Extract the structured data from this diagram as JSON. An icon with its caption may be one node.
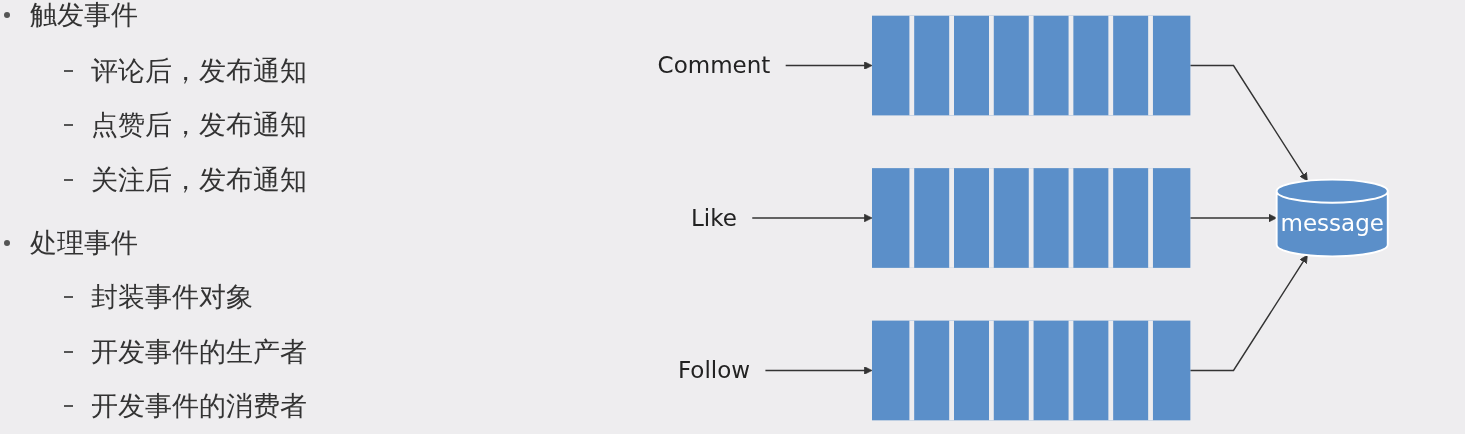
{
  "diagram": {
    "nodes": [
      {
        "text": [
          "Comment"
        ]
      },
      {
        "text": [],
        "shape": "box"
      },
      {
        "text": [
          "Like"
        ]
      },
      {
        "text": [],
        "shape": "box"
      },
      {
        "text": [
          "Follow"
        ]
      },
      {
        "text": [],
        "shape": "box"
      },
      {
        "text": [
          "message"
        ]
      }
    ],
    "edges": [
      {
        "from": 0,
        "to": 1,
        "arrow": "to"
      },
      {
        "from": 2,
        "to": 3,
        "arrow": "to"
      },
      {
        "from": 4,
        "to": 5,
        "arrow": "to"
      },
      {
        "from": 1,
        "to": 6,
        "arrow": "to"
      },
      {
        "from": 3,
        "to": 6,
        "arrow": "to"
      },
      {
        "from": 5,
        "to": 6,
        "arrow": "to"
      }
    ],
    "labels": [
      "触发事件",
      "评论后，发布通知",
      "点赞后，发布通知",
      "关注后，发布通知",
      "处理事件",
      "封装事件对象",
      "开发事件的生产者",
      "开发事件的消费者"
    ]
  }
}
